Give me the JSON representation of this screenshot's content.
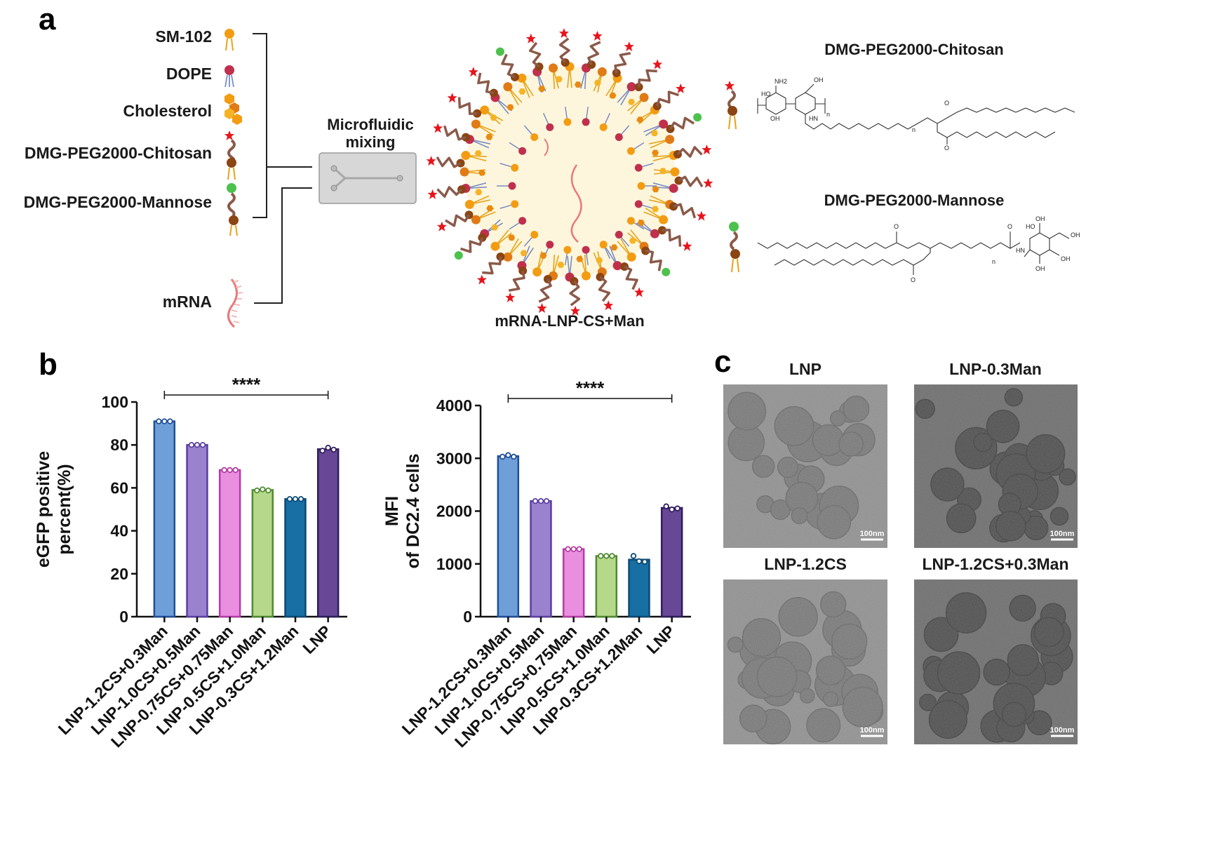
{
  "panels": {
    "a": "a",
    "b": "b",
    "c": "c"
  },
  "components": [
    {
      "label": "SM-102",
      "icon": "sm102-lipid-icon"
    },
    {
      "label": "DOPE",
      "icon": "dope-lipid-icon"
    },
    {
      "label": "Cholesterol",
      "icon": "cholesterol-icon"
    },
    {
      "label": "DMG-PEG2000-Chitosan",
      "icon": "peg-chitosan-icon"
    },
    {
      "label": "DMG-PEG2000-Mannose",
      "icon": "peg-mannose-icon"
    },
    {
      "label": "mRNA",
      "icon": "mrna-icon"
    }
  ],
  "mixing": {
    "line1": "Microfluidic",
    "line2": "mixing"
  },
  "particle_label": "mRNA-LNP-CS+Man",
  "structures": [
    {
      "title": "DMG-PEG2000-Chitosan"
    },
    {
      "title": "DMG-PEG2000-Mannose"
    }
  ],
  "chem_labels": {
    "nh2": "NH2",
    "oh": "OH",
    "o": "O",
    "n": "n",
    "hn": "HN",
    "ho": "HO"
  },
  "colors": {
    "orange": "#f39c12",
    "crimson": "#c0304d",
    "lipid_tail": "#e8a317",
    "brown": "#8b4513",
    "green": "#4cc24c",
    "star": "#e8141c",
    "core": "#fdf6dc"
  },
  "significance": "****",
  "chart_data": [
    {
      "type": "bar",
      "title": "",
      "ylabel_lines": [
        "eGFP positive",
        "percent(%)"
      ],
      "xlabel": "",
      "ylim": [
        0,
        100
      ],
      "yticks": [
        0,
        20,
        40,
        60,
        80,
        100
      ],
      "categories": [
        "LNP-1.2CS+0.3Man",
        "LNP-1.0CS+0.5Man",
        "LNP-0.75CS+0.75Man",
        "LNP-0.5CS+1.0Man",
        "LNP-0.3CS+1.2Man",
        "LNP"
      ],
      "values": [
        91,
        80,
        68.3,
        59,
        54.8,
        78
      ],
      "points": [
        [
          91,
          91,
          91
        ],
        [
          80,
          80,
          80
        ],
        [
          68.3,
          68.3,
          68.3
        ],
        [
          58.8,
          59.3,
          58.8
        ],
        [
          54.8,
          54.8,
          54.8
        ],
        [
          77.3,
          78.7,
          77.8
        ]
      ],
      "colors": [
        "#6f9fd8",
        "#9b82cf",
        "#ea8ee0",
        "#b5d88a",
        "#176fa4",
        "#674796"
      ],
      "edges": [
        "#1f4e9a",
        "#5b3ea1",
        "#b23da4",
        "#4e8b2e",
        "#0b4a73",
        "#2f1d5c"
      ],
      "significance": {
        "from": 0,
        "to": 5,
        "text": "****"
      },
      "grid": false
    },
    {
      "type": "bar",
      "title": "",
      "ylabel_lines": [
        "MFI",
        "of DC2.4 cells"
      ],
      "xlabel": "",
      "ylim": [
        0,
        4000
      ],
      "yticks": [
        0,
        1000,
        2000,
        3000,
        4000
      ],
      "categories": [
        "LNP-1.2CS+0.3Man",
        "LNP-1.0CS+0.5Man",
        "LNP-0.75CS+0.75Man",
        "LNP-0.5CS+1.0Man",
        "LNP-0.3CS+1.2Man",
        "LNP"
      ],
      "values": [
        3040,
        2190,
        1280,
        1150,
        1080,
        2060
      ],
      "points": [
        [
          3030,
          3060,
          3030
        ],
        [
          2190,
          2190,
          2190
        ],
        [
          1280,
          1280,
          1280
        ],
        [
          1150,
          1150,
          1150
        ],
        [
          1150,
          1050,
          1040
        ],
        [
          2090,
          2030,
          2050
        ]
      ],
      "colors": [
        "#6f9fd8",
        "#9b82cf",
        "#ea8ee0",
        "#b5d88a",
        "#176fa4",
        "#674796"
      ],
      "edges": [
        "#1f4e9a",
        "#5b3ea1",
        "#b23da4",
        "#4e8b2e",
        "#0b4a73",
        "#2f1d5c"
      ],
      "significance": {
        "from": 0,
        "to": 5,
        "text": "****"
      },
      "grid": false
    }
  ],
  "tem": {
    "images": [
      {
        "title": "LNP",
        "scale": "100nm"
      },
      {
        "title": "LNP-0.3Man",
        "scale": "100nm"
      },
      {
        "title": "LNP-1.2CS",
        "scale": "100nm"
      },
      {
        "title": "LNP-1.2CS+0.3Man",
        "scale": "100nm"
      }
    ]
  }
}
